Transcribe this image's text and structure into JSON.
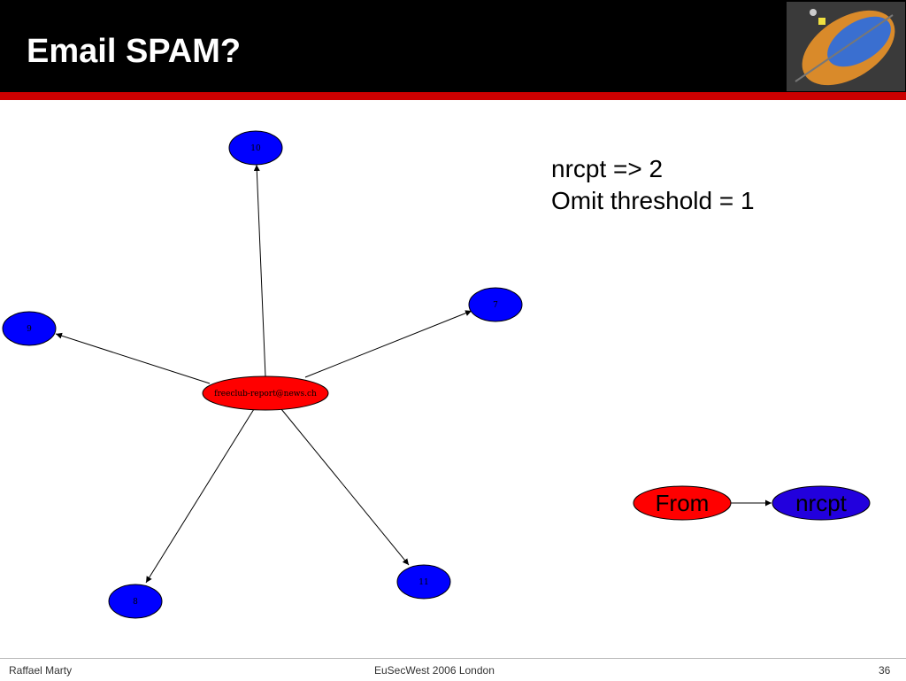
{
  "slide": {
    "title": "Email SPAM?"
  },
  "graph": {
    "center_node": "freeclub-report@news.ch",
    "recipient_nodes": [
      "10",
      "9",
      "7",
      "8",
      "11"
    ],
    "colors": {
      "sender_fill": "#ff0000",
      "recipient_fill": "#0000ff",
      "edge": "#000000"
    }
  },
  "notes": {
    "line1": "nrcpt => 2",
    "line2": "Omit threshold = 1"
  },
  "legend": {
    "from_label": "From",
    "to_label": "nrcpt",
    "colors": {
      "from_fill": "#ff0000",
      "to_fill": "#2200dd"
    }
  },
  "footer": {
    "author": "Raffael Marty",
    "event": "EuSecWest 2006 London",
    "page": "36"
  }
}
